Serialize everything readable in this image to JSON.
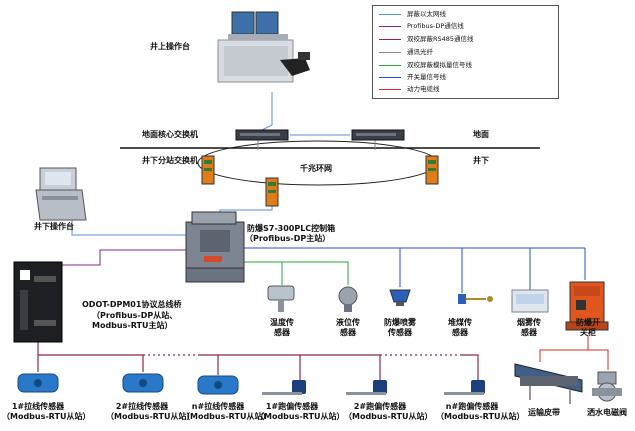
{
  "legend": {
    "items": [
      {
        "label": "屏蔽以太网线",
        "color": "#5b8fd6"
      },
      {
        "label": "Profibus-DP通信线",
        "color": "#7b2a8a"
      },
      {
        "label": "双绞屏蔽RS485通信线",
        "color": "#8a2a4a"
      },
      {
        "label": "通讯光纤",
        "color": "#8a8a8a"
      },
      {
        "label": "双绞屏蔽模拟量信号线",
        "color": "#2f9e44"
      },
      {
        "label": "开关量信号线",
        "color": "#2a4fd0"
      },
      {
        "label": "动力电缆线",
        "color": "#d42a2a"
      }
    ]
  },
  "labels": {
    "surface_console": "井上操作台",
    "core_switch": "地面核心交换机",
    "ground": "地面",
    "underground_switch": "井下分站交换机",
    "ring": "千兆环网",
    "underground": "井下",
    "underground_console": "井下操作台",
    "plc_title": "防爆S7-300PLC控制箱",
    "plc_sub": "（Profibus-DP主站）",
    "gateway_title": "ODOT-DPM01协议总线桥",
    "gateway_sub1": "（Profibus-DP从站、",
    "gateway_sub2": "Modbus-RTU主站）",
    "temp": "温度传",
    "temp2": "感器",
    "level": "液位传",
    "level2": "感器",
    "spray": "防爆喷雾",
    "spray2": "传感器",
    "coal": "堆煤传",
    "coal2": "感器",
    "smoke": "烟雾传",
    "smoke2": "感器",
    "switch_box": "防爆开",
    "switch_box2": "关柜",
    "conveyor": "运输皮带",
    "valve": "洒水电磁阀",
    "pull1": "1#拉线传感器",
    "pull2": "2#拉线传感器",
    "pulln": "n#拉线传感器",
    "dev1": "1#跑偏传感器",
    "dev2": "2#跑偏传感器",
    "devn": "n#跑偏传感器",
    "rtu": "（Modbus-RTU从站）"
  }
}
